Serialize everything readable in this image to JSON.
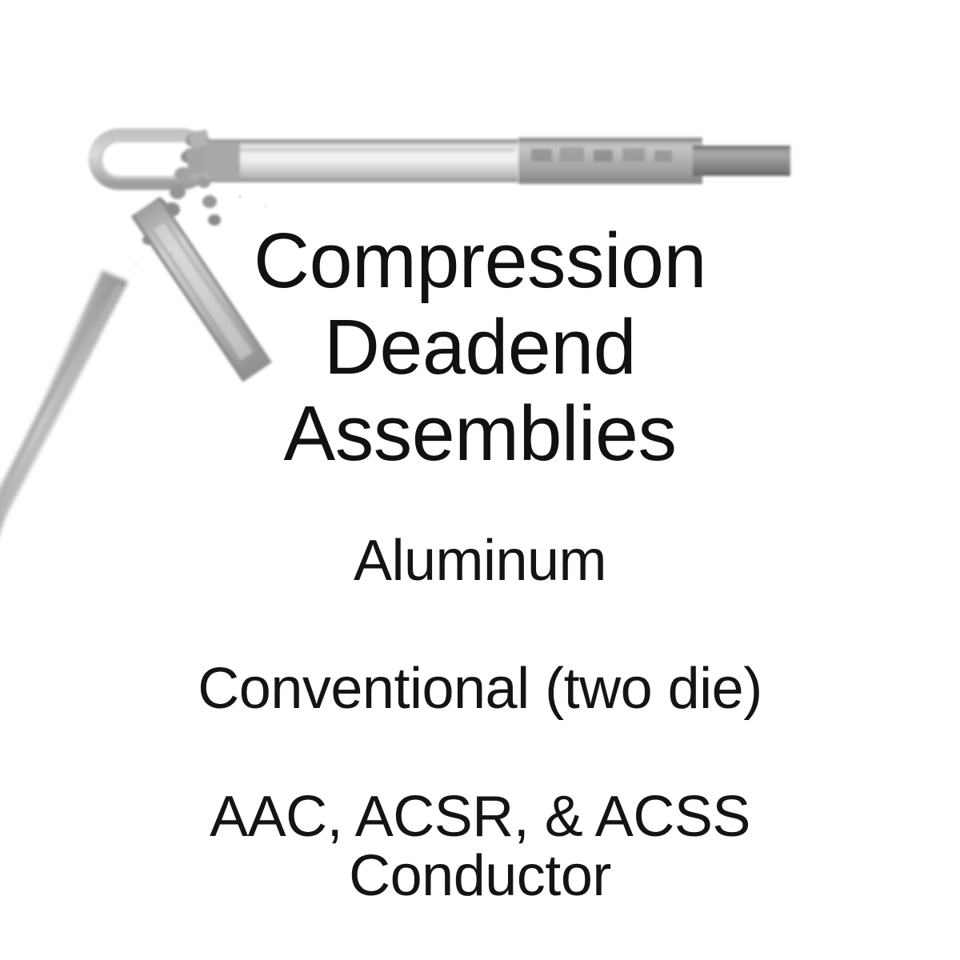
{
  "background_color": "#ffffff",
  "text_color": "#111111",
  "product_photo": {
    "alt_name": "compression-deadend-assembly-photo",
    "description": "Grayscale photograph of an aluminum compression deadend assembly",
    "components": [
      "oval eye loop",
      "bolted junction with nuts",
      "horizontal compression barrel",
      "crimped compression sleeve",
      "steel rod end",
      "diagonal jumper terminal",
      "conductor tail"
    ],
    "palette": {
      "metal_light": "#d8d8d8",
      "metal_mid": "#aeaeae",
      "metal_dark": "#8a8a8a",
      "metal_darkest": "#6f6f6f",
      "outline": "#9a9a9a"
    }
  },
  "title": {
    "line1": "Compression",
    "line2": "Deadend",
    "line3": "Assemblies"
  },
  "specs": {
    "material": "Aluminum",
    "die_type": "Conventional (two die)",
    "conductor_types": "AAC, ACSR, & ACSS",
    "conductor_label": "Conductor"
  }
}
